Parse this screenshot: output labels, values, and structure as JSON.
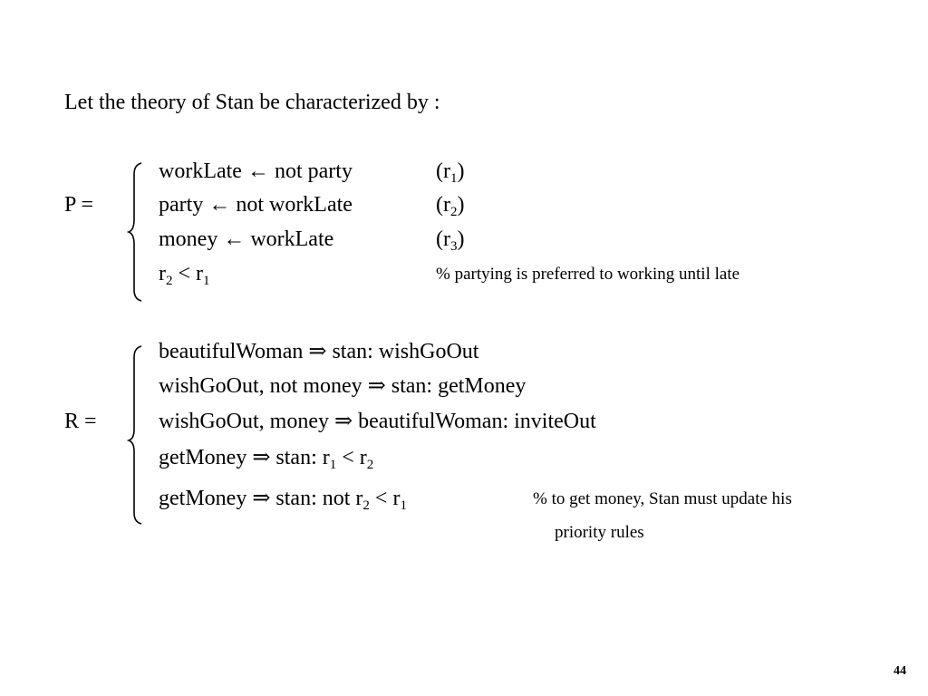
{
  "intro": "Let the theory of Stan be characterized by :",
  "p_set": {
    "label": "P =",
    "rules": [
      {
        "text": "workLate ← not party",
        "tag_pre": "(r",
        "tag_sub": "1",
        "tag_post": ")"
      },
      {
        "text": "party ← not workLate",
        "tag_pre": "(r",
        "tag_sub": "2",
        "tag_post": ")"
      },
      {
        "text": "money ← workLate",
        "tag_pre": "(r",
        "tag_sub": "3",
        "tag_post": ")"
      }
    ],
    "pref": {
      "r_a": "r",
      "sub_a": "2",
      "op": " < ",
      "r_b": "r",
      "sub_b": "1"
    },
    "comment": "% partying is preferred to working until late"
  },
  "r_set": {
    "label": "R =",
    "lines": [
      "beautifulWoman ⇒  stan: wishGoOut",
      "wishGoOut, not money ⇒ stan: getMoney",
      "wishGoOut, money ⇒ beautifulWoman: inviteOut"
    ],
    "line4": {
      "pre": "getMoney ⇒ stan: r",
      "sub_a": "1",
      "op": " < r",
      "sub_b": "2"
    },
    "line5": {
      "pre": "getMoney ⇒ stan: not r",
      "sub_a": "2",
      "op": " < r",
      "sub_b": "1"
    },
    "comment_1": "% to get money, Stan must update his",
    "comment_2": "priority rules"
  },
  "page_number": "44"
}
